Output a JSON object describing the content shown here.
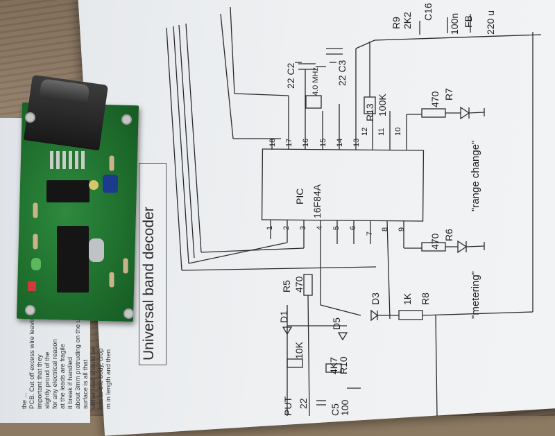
{
  "scene": {
    "title": "Universal band decoder",
    "chip_name": "PIC",
    "chip_part": "16F84A",
    "crystal": "4.0 MHz",
    "labels": {
      "metering": "\"metering\"",
      "range_change": "\"range change\"",
      "d1": "D1",
      "d3": "D3",
      "d5": "D5",
      "r5": "R5",
      "r5_val": "470",
      "r6": "R6",
      "r6_val": "470",
      "r7": "R7",
      "r7_val": "470",
      "r8": "R8",
      "r8_val": "1K",
      "r9": "R9",
      "r9_val": "2K2",
      "r10": "R10",
      "r10_val": "4K7",
      "r13": "R13",
      "r13_val": "100K",
      "r_10k": "10K",
      "c2": "22 C2",
      "c3": "22 C3",
      "c5": "C5",
      "c5_val": "100",
      "c16": "C16",
      "c16_val": "100n",
      "fb": "FB",
      "fb_val": "220 u",
      "put": "PUT",
      "put_val": "22"
    },
    "pins_bottom": [
      "1",
      "2",
      "3",
      "4",
      "5",
      "6",
      "7",
      "8",
      "9"
    ],
    "pins_top": [
      "18",
      "17",
      "16",
      "15",
      "14",
      "13",
      "12",
      "11",
      "10"
    ]
  },
  "side_text": [
    "the ...",
    "PCB. Cut off excess wire leaving",
    "important that they",
    "slightly proud of the",
    "for any electrical reason",
    "at the leads are fragile",
    "it break if handled",
    "about 3mm protruding on the under",
    "surface is all that",
    "urther lead should be",
    "ses to the body, crop",
    "m in length and then"
  ],
  "colors": {
    "paper": "#eef0f2",
    "pcb": "#1f6e2d",
    "ink": "#1e1e1e",
    "table": "#8d7a63"
  }
}
